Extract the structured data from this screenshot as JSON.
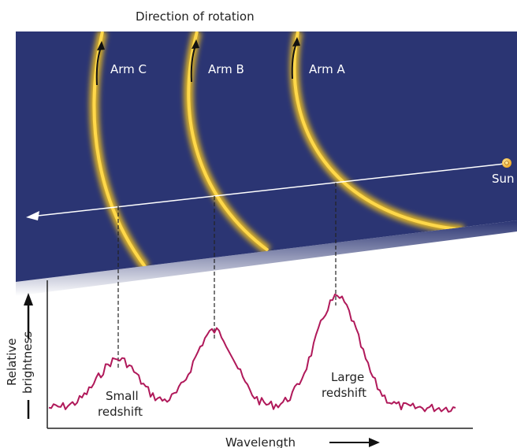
{
  "labels": {
    "direction": "Direction of rotation",
    "arm_a": "Arm A",
    "arm_b": "Arm B",
    "arm_c": "Arm C",
    "sun": "Sun",
    "small_redshift_1": "Small",
    "small_redshift_2": "redshift",
    "large_redshift_1": "Large",
    "large_redshift_2": "redshift",
    "ylabel_1": "Relative",
    "ylabel_2": "brightness",
    "xlabel": "Wavelength"
  },
  "colors": {
    "sky": "#2b3573",
    "arm_glow": "#f2c21c",
    "arm_core": "#fff6c8",
    "spectrum": "#b0195a",
    "axis": "#222222",
    "sight_line": "#ffffff",
    "sun": "#f5c24a"
  },
  "icons": [
    "sun-icon",
    "rotation-arrow-icon",
    "sight-line-arrow-icon",
    "axis-arrow-icon"
  ]
}
